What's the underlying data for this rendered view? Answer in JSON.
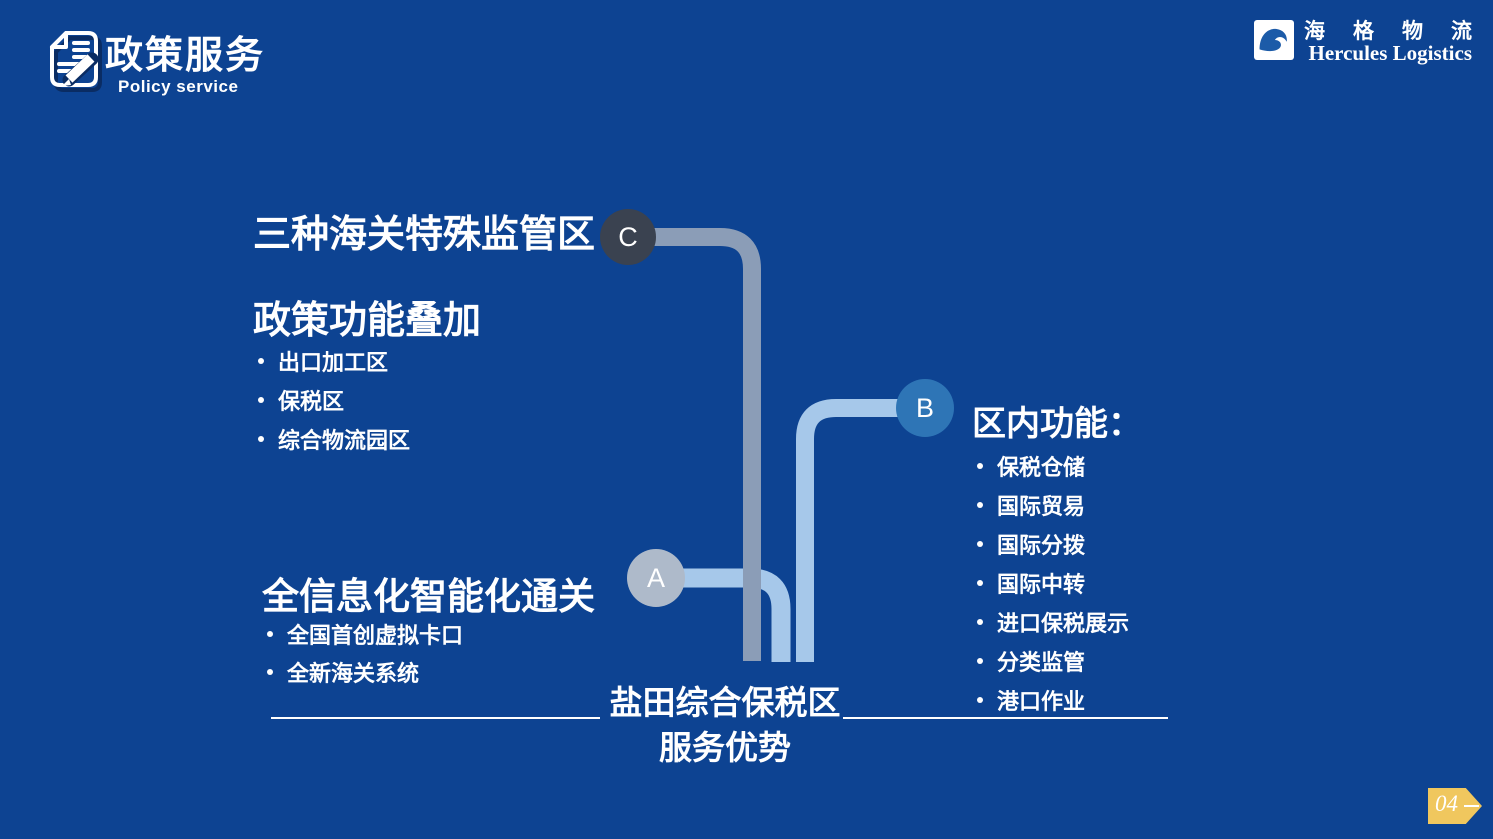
{
  "slide": {
    "background_color": "#0D4392",
    "header": {
      "title": "政策服务",
      "subtitle": "Policy service",
      "icon": "document-pencil-icon"
    },
    "logo": {
      "cn_chars": [
        "海",
        "格",
        "物",
        "流"
      ],
      "en": "Hercules Logistics",
      "icon": "wave-icon"
    },
    "page_number": "04",
    "page_tag_color": "#F0C75E"
  },
  "diagram": {
    "center": {
      "line1": "盐田综合保税区",
      "line2": "服务优势"
    },
    "nodes": {
      "c": {
        "label": "C",
        "circle_color": "#3A4250",
        "title_line1": "三种海关特殊监管区",
        "title_line2": "政策功能叠加",
        "bullets": [
          "出口加工区",
          "保税区",
          "综合物流园区"
        ]
      },
      "a": {
        "label": "A",
        "circle_color": "#AEBACA",
        "title": "全信息化智能化通关",
        "bullets": [
          "全国首创虚拟卡口",
          "全新海关系统"
        ]
      },
      "b": {
        "label": "B",
        "circle_color": "#2E75B6",
        "title": "区内功能：",
        "bullets": [
          "保税仓储",
          "国际贸易",
          "国际分拨",
          "国际中转",
          "进口保税展示",
          "分类监管",
          "港口作业"
        ]
      }
    },
    "connector_colors": {
      "c_line": "#8B9DB7",
      "ab_line": "#A6C8EA"
    }
  }
}
